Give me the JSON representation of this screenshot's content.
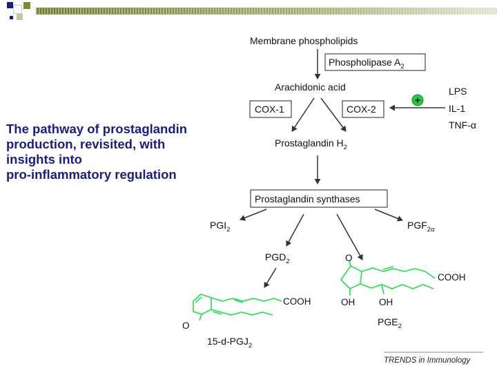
{
  "caption_lines": [
    "The pathway of prostaglandin",
    "production, revisited, with",
    "insights into",
    "pro-inflammatory regulation"
  ],
  "nodes": {
    "membrane": "Membrane phospholipids",
    "pla2": "Phospholipase A",
    "pla2_sub": "2",
    "arachidonic": "Arachidonic acid",
    "cox1": "COX-1",
    "cox2": "COX-2",
    "plus": "+",
    "lps": "LPS",
    "il1": "IL-1",
    "tnf": "TNF-",
    "tnf_greek": "α",
    "pgh2": "Prostaglandin H",
    "pgh2_sub": "2",
    "synthases": "Prostaglandin synthases",
    "pgi2": "PGI",
    "pgi2_sub": "2",
    "pgf2a": "PGF",
    "pgf2a_sub": "2α",
    "pgd2": "PGD",
    "pgd2_sub": "2",
    "pgj2": "15-d-PGJ",
    "pgj2_sub": "2",
    "pge2": "PGE",
    "pge2_sub": "2"
  },
  "structure_labels": {
    "pgj2_o": "O",
    "pgj2_cooh": "COOH",
    "pge2_o": "O",
    "pge2_cooh": "COOH",
    "pge2_oh1": "OH",
    "pge2_oh2": "OH"
  },
  "source": "TRENDS in Immunology",
  "colors": {
    "caption": "#1a1c8a",
    "structure": "#22e04a",
    "plus_fill": "#27c93f",
    "header_dark": "#1a1c8a",
    "header_olive": "#7d8a3a"
  }
}
